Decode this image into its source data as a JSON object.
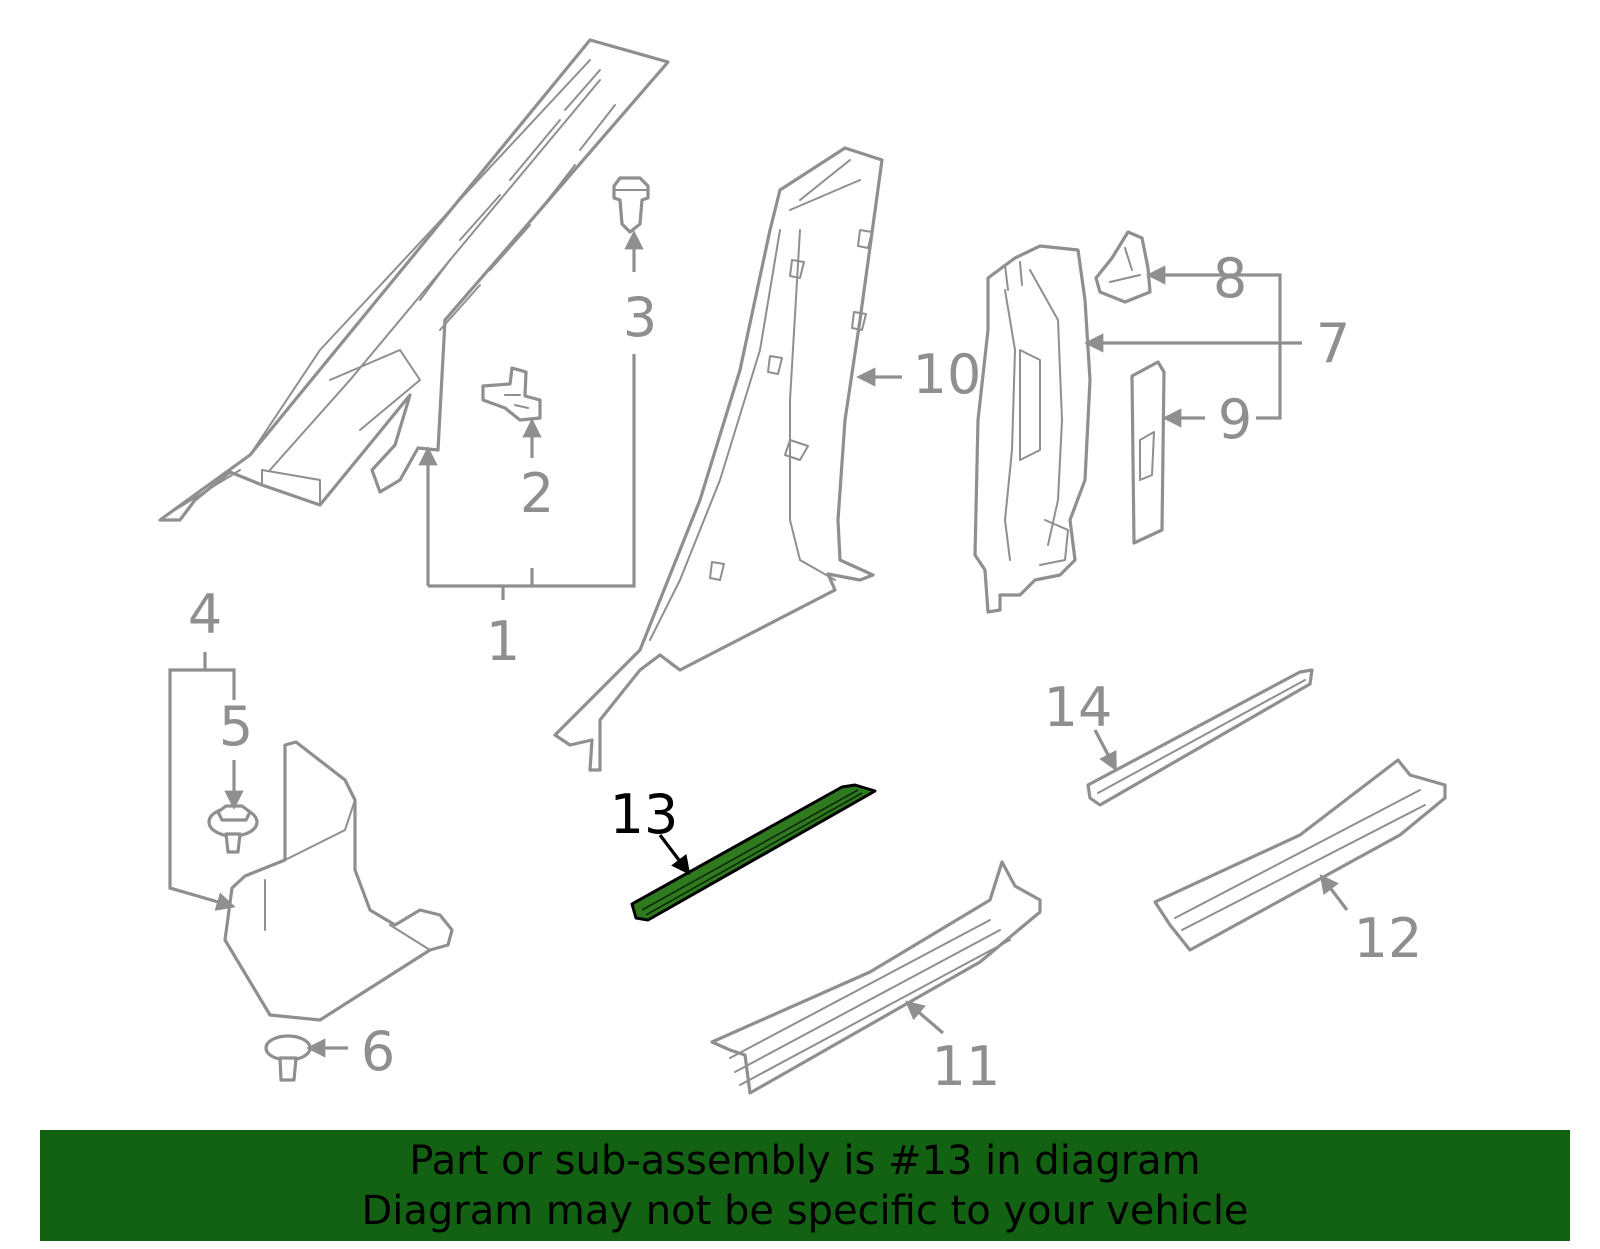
{
  "diagram": {
    "callouts": [
      "1",
      "2",
      "3",
      "4",
      "5",
      "6",
      "7",
      "8",
      "9",
      "10",
      "11",
      "12",
      "13",
      "14"
    ],
    "highlighted_callout": "13",
    "colors": {
      "line": "#8f8f8f",
      "highlight_fill": "#2f7a1f",
      "banner_bg": "#136113",
      "highlight_text": "#000000"
    }
  },
  "banner": {
    "line1": "Part or sub-assembly is #13 in diagram",
    "line2": "Diagram may not be specific to your vehicle"
  }
}
